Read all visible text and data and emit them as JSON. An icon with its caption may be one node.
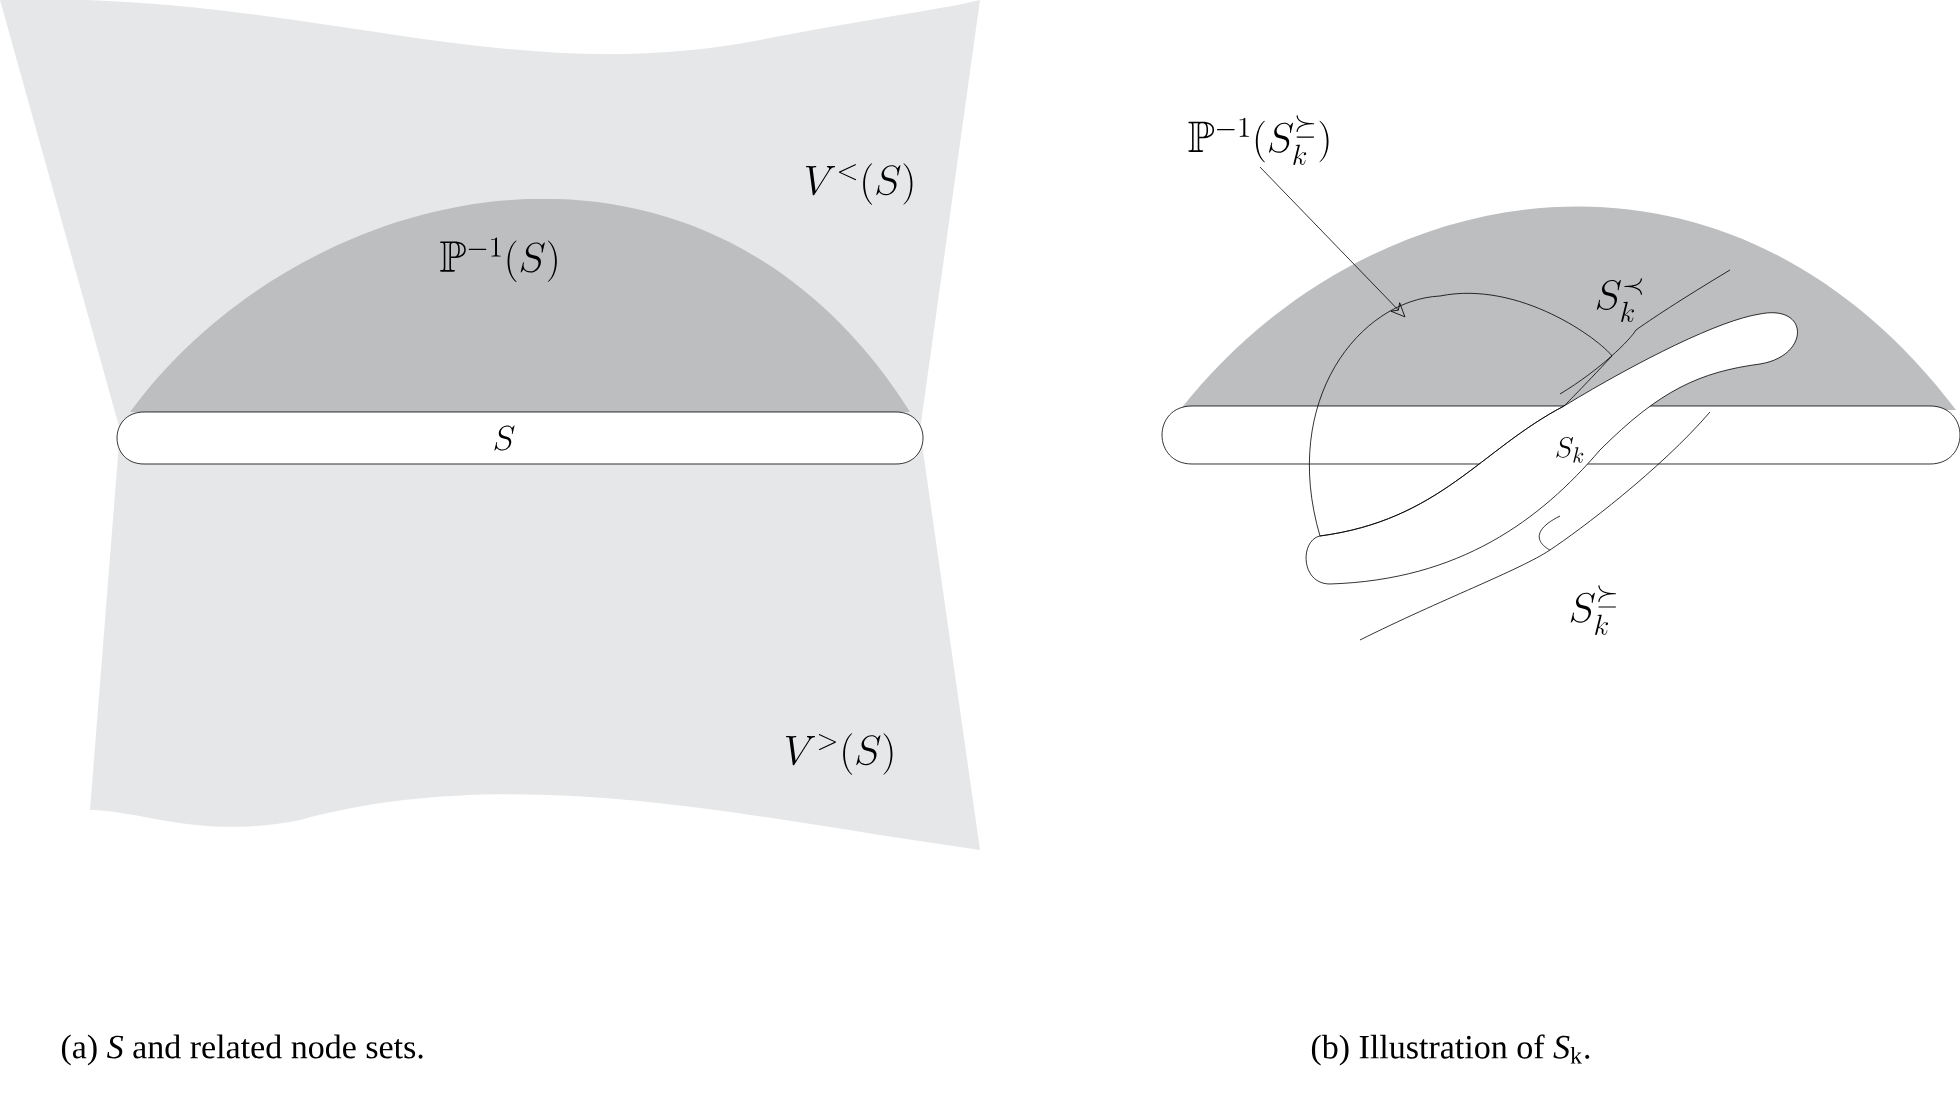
{
  "diagram": {
    "nodes": [
      {
        "text": [
          "V^{<}(S)"
        ]
      },
      {
        "text": [
          "\\mathbb{P}^{-1}(S)"
        ],
        "in": 0
      },
      {
        "text": [
          "S"
        ]
      },
      {
        "text": [
          "V^{>}(S)"
        ]
      },
      {
        "text": [
          "\\mathbb{P}^{-1}(S_k^{\\succeq})"
        ]
      },
      {
        "text": [],
        "shape": "cloud"
      }
    ],
    "edges": [
      {
        "from": 4,
        "to": 5,
        "arrow": "to"
      }
    ],
    "labels": [
      "S_k^{\\prec}",
      "S_k",
      "S_k^{\\succeq}",
      "(a) *S* and related node sets.",
      "(b) Illustration of *S*$_{k}$."
    ]
  }
}
